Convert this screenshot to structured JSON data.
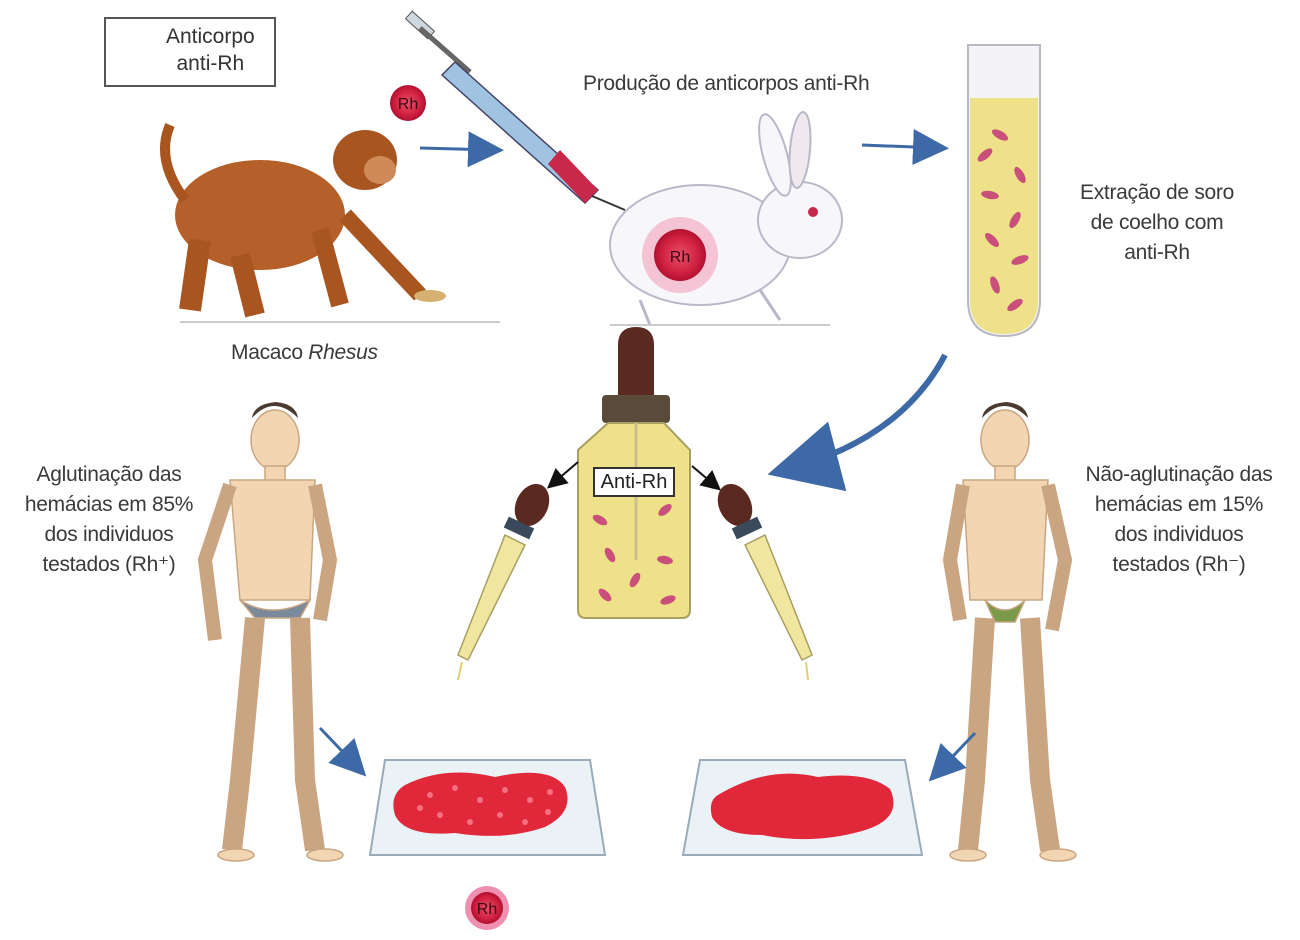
{
  "legend": {
    "line1": "Anticorpo",
    "line2": "anti-Rh",
    "icon": "antibody-icon"
  },
  "labels": {
    "production": "Produção de anticorpos anti-Rh",
    "extraction": [
      "Extração de soro",
      "de coelho com",
      "anti-Rh"
    ],
    "monkey_prefix": "Macaco ",
    "monkey_italic": "Rhesus",
    "agglutination": [
      "Aglutinação das",
      "hemácias em 85%",
      "dos individuos",
      "testados (Rh⁺)"
    ],
    "non_agglutination": [
      "Não-aglutinação das",
      "hemácias em 15%",
      "dos individuos",
      "testados (Rh⁻)"
    ],
    "bottle": "Anti-Rh",
    "rh_antigen": "Rh"
  },
  "colors": {
    "arrow": "#3d6aa6",
    "rbc": "#e0283a",
    "serum": "#efe08a",
    "antibody": "#c8507a",
    "monkey": "#b5602a",
    "skin": "#f2d6b4"
  }
}
